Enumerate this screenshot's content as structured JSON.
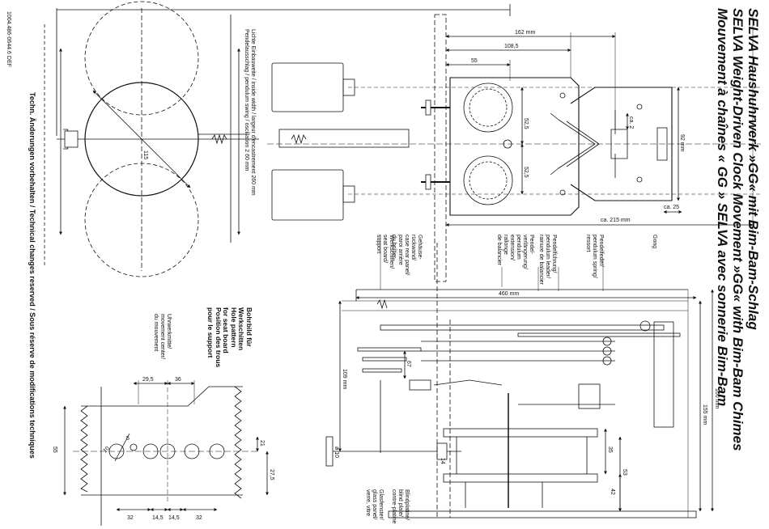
{
  "title": {
    "line1": "SELVA Haushuhrwerk »GG« mit Bim-Bam-Schlag",
    "line2": "SELVA Weight-Driven Clock Movement »GG« with Bim-Bam Chimes",
    "line3": "Mouvement à chaînes « GG » SELVA avec sonnerie Bim-Bam"
  },
  "footer": "Techn. Änderungen vorbehalten / Technical changes reserved / Sous réserve de modifications techniques",
  "doc_code": "1004.486-0644.6 DEF",
  "pendulum_note": {
    "line1": "Lichte Einbauweite / inside width / largeur d'encastrement 260 mm",
    "line2": "Pendelausschlag / pendulum swing / oscillation 2 60 mm"
  },
  "labels": {
    "seat_board": [
      "Werkschiffen/",
      "seat board/",
      "support"
    ],
    "case_rear": [
      "Gehäuse-",
      "rückwand/",
      "case rear panel/",
      "paroi arrière",
      "du boîtier"
    ],
    "pendulum_ext": [
      "Pendel-",
      "verlängerung/",
      "pendulum",
      "extension/",
      "rallonge",
      "de balancier"
    ],
    "pendulum_leader": [
      "Pendelführung/",
      "pendulum leader/",
      "rainure de balancier"
    ],
    "pendulum_spring": [
      "Pendelfeder/",
      "pendulum spring/",
      "ressort"
    ],
    "gong": [
      "Gong"
    ],
    "dial_plate": [
      "Blindplatine/",
      "blind plate/",
      "contre-platine"
    ],
    "glass_panel": [
      "Glasfenster/",
      "glass panel/",
      "verre, vitre"
    ],
    "movement_center": [
      "Uhrwerkmitte/",
      "movement center/",
      "du mouvement"
    ],
    "hole_pattern": [
      "Bohrbild für",
      "Werkschitten",
      "Hole pattern",
      "for seat board",
      "Position des trous",
      "pour le support"
    ]
  },
  "dims": {
    "d162": "162 mm",
    "d1085": "108,5",
    "d55": "55",
    "d525a": "52,5",
    "d525b": "52,5",
    "d92": "92 mm",
    "d215": "ca. 215 mm",
    "d25": "ca. 25",
    "d2": "ca. 2",
    "d115": "115",
    "d460": "460 mm",
    "d160": "160 mm",
    "d155": "155 mm",
    "d109": "109 mm",
    "d67": "67",
    "d35": "35",
    "d42": "42",
    "d53": "53",
    "d14": "14",
    "d10": "ø 10",
    "h295": "29,5",
    "h36": "36",
    "h32a": "32",
    "h145a": "14,5",
    "h145b": "14,5",
    "h32b": "32",
    "h55": "55",
    "h21": "21",
    "h275": "27,5",
    "h10": "10",
    "h5": "5"
  },
  "colors": {
    "ink": "#111111",
    "paper": "#ffffff"
  }
}
